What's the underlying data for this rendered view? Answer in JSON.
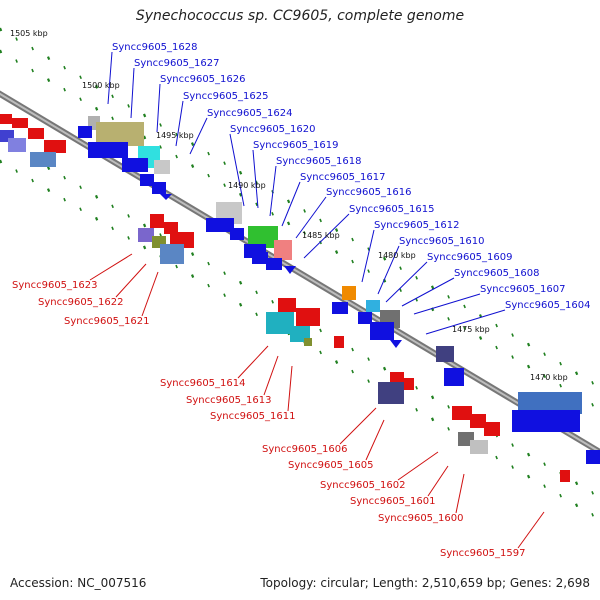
{
  "title": "Synechococcus sp. CC9605, complete genome",
  "footer": {
    "accession": "Accession: NC_007516",
    "summary": "Topology: circular; Length: 2,510,659 bp; Genes: 2,698"
  },
  "colors": {
    "forward_label": "#1010d0",
    "reverse_label": "#d01010",
    "backbone": "#8a8a8a",
    "ticks": "#208020"
  },
  "kbp_labels": [
    "1505 kbp",
    "1500 kbp",
    "1495 kbp",
    "1490 kbp",
    "1485 kbp",
    "1480 kbp",
    "1475 kbp",
    "1470 kbp"
  ],
  "forward_genes": [
    "Syncc9605_1628",
    "Syncc9605_1627",
    "Syncc9605_1626",
    "Syncc9605_1625",
    "Syncc9605_1624",
    "Syncc9605_1620",
    "Syncc9605_1619",
    "Syncc9605_1618",
    "Syncc9605_1617",
    "Syncc9605_1616",
    "Syncc9605_1615",
    "Syncc9605_1612",
    "Syncc9605_1610",
    "Syncc9605_1609",
    "Syncc9605_1608",
    "Syncc9605_1607",
    "Syncc9605_1604"
  ],
  "reverse_genes": [
    "Syncc9605_1623",
    "Syncc9605_1622",
    "Syncc9605_1621",
    "Syncc9605_1614",
    "Syncc9605_1613",
    "Syncc9605_1611",
    "Syncc9605_1606",
    "Syncc9605_1605",
    "Syncc9605_1602",
    "Syncc9605_1601",
    "Syncc9605_1600",
    "Syncc9605_1597"
  ]
}
